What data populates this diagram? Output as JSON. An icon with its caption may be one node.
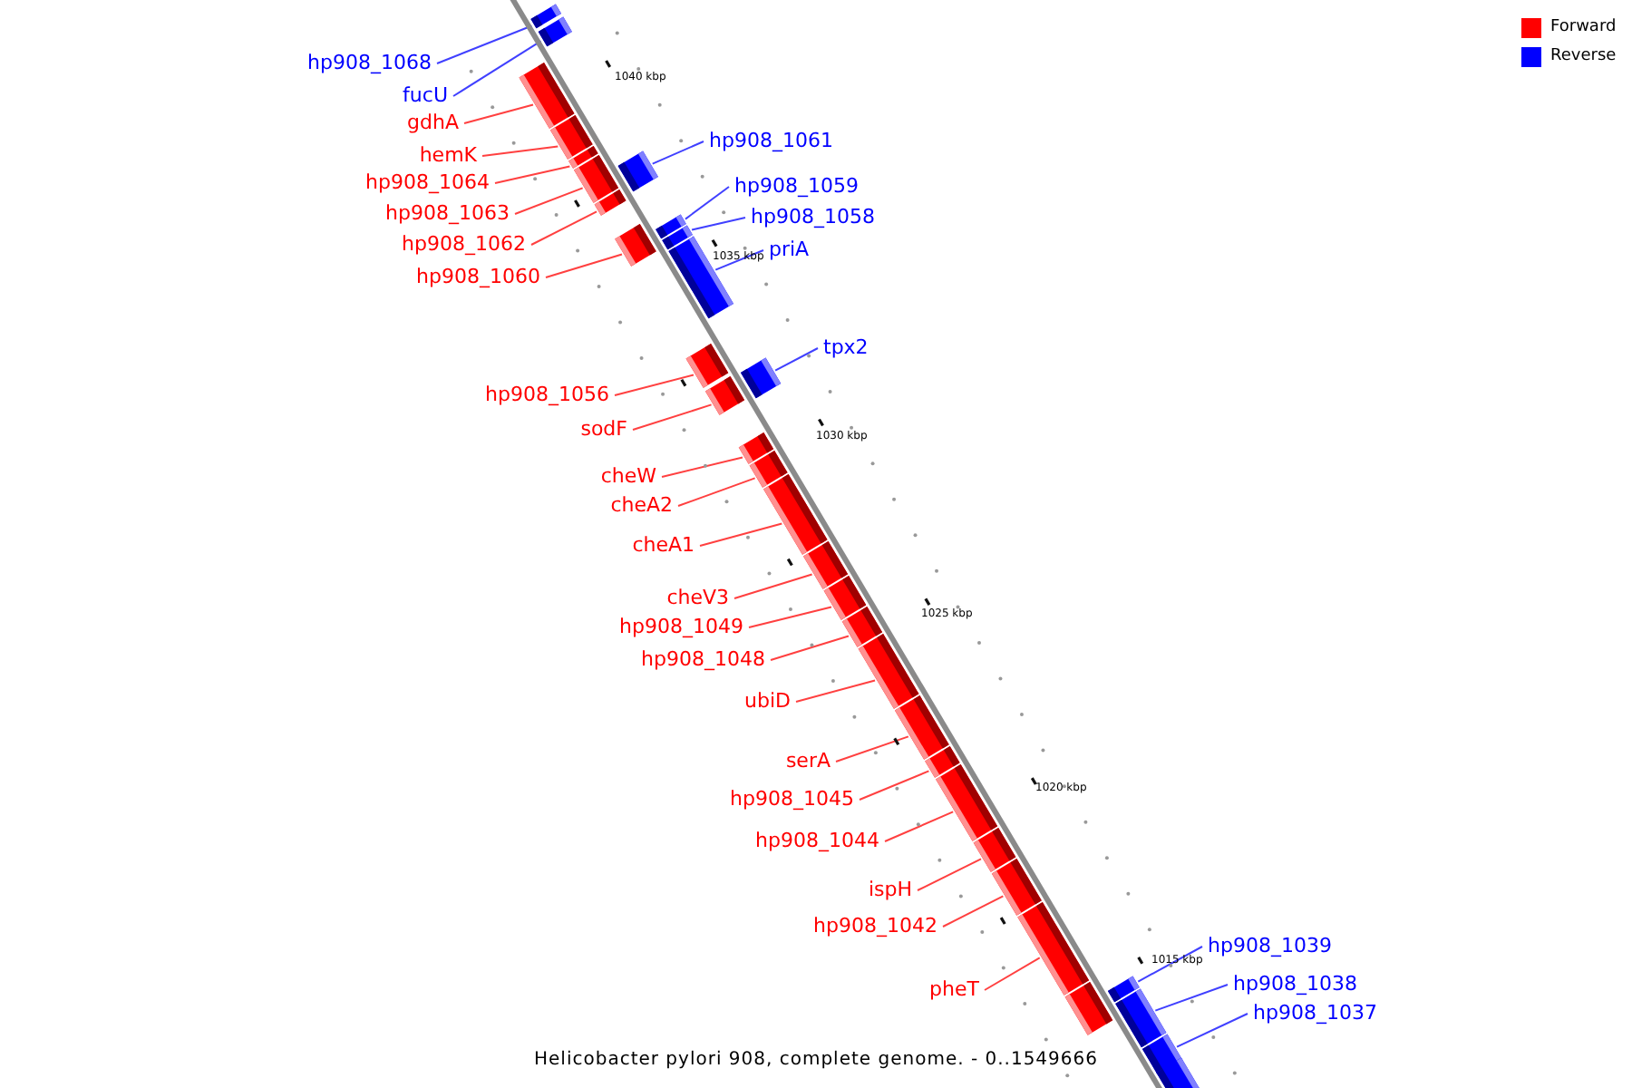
{
  "diagram": {
    "caption": "Helicobacter pylori 908, complete genome. - 0..1549666",
    "nodes": [
      {
        "text": [],
        "shape": "bar"
      },
      {
        "text": [],
        "shape": "bar"
      },
      {
        "text": [],
        "shape": "bar"
      },
      {
        "text": [],
        "shape": "bar"
      },
      {
        "text": [],
        "shape": "bar"
      },
      {
        "text": [],
        "shape": "bar"
      },
      {
        "text": [],
        "shape": "bar"
      },
      {
        "text": [],
        "shape": "bar"
      },
      {
        "text": [],
        "shape": "bar"
      },
      {
        "text": [],
        "shape": "bar"
      },
      {
        "text": [],
        "shape": "bar"
      },
      {
        "text": [],
        "shape": "bar"
      },
      {
        "text": [],
        "shape": "bar"
      },
      {
        "text": [],
        "shape": "bar"
      },
      {
        "text": [],
        "shape": "bar"
      },
      {
        "text": [],
        "shape": "bar"
      },
      {
        "text": [],
        "shape": "bar"
      },
      {
        "text": [],
        "shape": "bar"
      },
      {
        "text": [],
        "shape": "bar"
      },
      {
        "text": [],
        "shape": "bar"
      },
      {
        "text": [],
        "shape": "bar"
      },
      {
        "text": [],
        "shape": "bar"
      },
      {
        "text": [],
        "shape": "bar"
      },
      {
        "text": [],
        "shape": "bar"
      },
      {
        "text": [],
        "shape": "bar"
      },
      {
        "text": [],
        "shape": "bar"
      },
      {
        "text": [],
        "shape": "bar"
      },
      {
        "text": [],
        "shape": "bar"
      },
      {
        "text": [],
        "shape": "bar"
      },
      {
        "text": [],
        "shape": "bar"
      },
      {
        "text": [],
        "shape": "bar"
      },
      {
        "text": [],
        "shape": "bar"
      },
      {
        "text": [],
        "shape": "bar"
      },
      {
        "text": [
          "hp908_1068"
        ]
      },
      {
        "text": [
          "fucU"
        ]
      },
      {
        "text": [
          "gdhA"
        ]
      },
      {
        "text": [
          "hemK"
        ]
      },
      {
        "text": [
          "hp908_1061"
        ]
      },
      {
        "text": [
          "hp908_1064"
        ]
      },
      {
        "text": [
          "hp908_1063"
        ]
      },
      {
        "text": [
          "hp908_1059"
        ]
      },
      {
        "text": [
          "hp908_1062"
        ]
      },
      {
        "text": [
          "hp908_1058"
        ]
      },
      {
        "text": [
          "priA"
        ]
      },
      {
        "text": [
          "hp908_1060"
        ]
      },
      {
        "text": [
          "tpx2"
        ]
      },
      {
        "text": [
          "hp908_1056"
        ]
      },
      {
        "text": [
          "sodF"
        ]
      },
      {
        "text": [
          "cheW"
        ]
      },
      {
        "text": [
          "cheA2"
        ]
      },
      {
        "text": [
          "cheA1"
        ]
      },
      {
        "text": [
          "cheV3"
        ]
      },
      {
        "text": [
          "hp908_1049"
        ]
      },
      {
        "text": [
          "hp908_1048"
        ]
      },
      {
        "text": [
          "ubiD"
        ]
      },
      {
        "text": [
          "serA"
        ]
      },
      {
        "text": [
          "hp908_1045"
        ]
      },
      {
        "text": [
          "hp908_1044"
        ]
      },
      {
        "text": [
          "ispH"
        ]
      },
      {
        "text": [
          "hp908_1042"
        ]
      },
      {
        "text": [
          "hp908_1039"
        ]
      },
      {
        "text": [
          "hp908_1038"
        ]
      },
      {
        "text": [
          "pheT"
        ]
      },
      {
        "text": [
          "hp908_1037"
        ]
      }
    ],
    "edges": [
      {
        "from": 33,
        "to": 0,
        "arrow": "none",
        "color": "#4040ff"
      },
      {
        "from": 34,
        "to": 1,
        "arrow": "none",
        "color": "#4040ff"
      },
      {
        "from": 35,
        "to": 2,
        "arrow": "none"
      },
      {
        "from": 36,
        "to": 3,
        "arrow": "none"
      },
      {
        "from": 37,
        "to": 7,
        "arrow": "none",
        "color": "#4040ff"
      },
      {
        "from": 38,
        "to": 4,
        "arrow": "none"
      },
      {
        "from": 39,
        "to": 5,
        "arrow": "none"
      },
      {
        "from": 40,
        "to": 9,
        "arrow": "none",
        "color": "#4040ff"
      },
      {
        "from": 41,
        "to": 6,
        "arrow": "none"
      },
      {
        "from": 42,
        "to": 10,
        "arrow": "none",
        "color": "#4040ff"
      },
      {
        "from": 43,
        "to": 11,
        "arrow": "none",
        "color": "#4040ff"
      },
      {
        "from": 44,
        "to": 8,
        "arrow": "none"
      },
      {
        "from": 45,
        "to": 14,
        "arrow": "none",
        "color": "#4040ff"
      },
      {
        "from": 46,
        "to": 12,
        "arrow": "none"
      },
      {
        "from": 47,
        "to": 13,
        "arrow": "none"
      },
      {
        "from": 48,
        "to": 15,
        "arrow": "none"
      },
      {
        "from": 49,
        "to": 16,
        "arrow": "none"
      },
      {
        "from": 50,
        "to": 17,
        "arrow": "none"
      },
      {
        "from": 51,
        "to": 18,
        "arrow": "none"
      },
      {
        "from": 52,
        "to": 19,
        "arrow": "none"
      },
      {
        "from": 53,
        "to": 20,
        "arrow": "none"
      },
      {
        "from": 54,
        "to": 21,
        "arrow": "none"
      },
      {
        "from": 55,
        "to": 22,
        "arrow": "none"
      },
      {
        "from": 56,
        "to": 23,
        "arrow": "none"
      },
      {
        "from": 57,
        "to": 24,
        "arrow": "none"
      },
      {
        "from": 58,
        "to": 25,
        "arrow": "none"
      },
      {
        "from": 59,
        "to": 26,
        "arrow": "none"
      },
      {
        "from": 60,
        "to": 29,
        "arrow": "none",
        "color": "#4040ff"
      },
      {
        "from": 61,
        "to": 30,
        "arrow": "none",
        "color": "#4040ff"
      },
      {
        "from": 62,
        "to": 27,
        "arrow": "none"
      },
      {
        "from": 63,
        "to": 31,
        "arrow": "none",
        "color": "#4040ff"
      }
    ],
    "labels": [
      "1040 kbp",
      "1035 kbp",
      "1030 kbp",
      "1025 kbp",
      "1020 kbp",
      "1015 kbp"
    ],
    "legend": [
      {
        "text": "Forward",
        "color": "#ff0000"
      },
      {
        "text": "Reverse",
        "color": "#0000ff"
      }
    ]
  }
}
